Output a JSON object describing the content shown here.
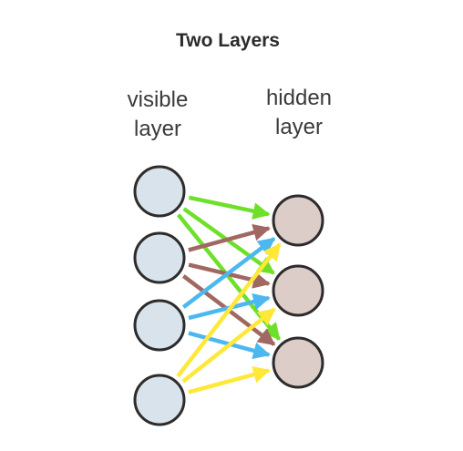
{
  "title": "Two Layers",
  "visible_layer": {
    "label_line1": "visible",
    "label_line2": "layer",
    "node_count": 4,
    "node_fill": "#d9e3ec"
  },
  "hidden_layer": {
    "label_line1": "hidden",
    "label_line2": "layer",
    "node_count": 3,
    "node_fill": "#ddcdc8"
  },
  "colors": {
    "node_stroke": "#2c2c2c",
    "text": "#3a3a3a",
    "visible_node_1_arrows": "#6fe02a",
    "visible_node_2_arrows": "#a06860",
    "visible_node_3_arrows": "#4cb8ef",
    "visible_node_4_arrows": "#ffe838"
  },
  "connections": "fully-connected visible-to-hidden, arrow color by source visible node"
}
